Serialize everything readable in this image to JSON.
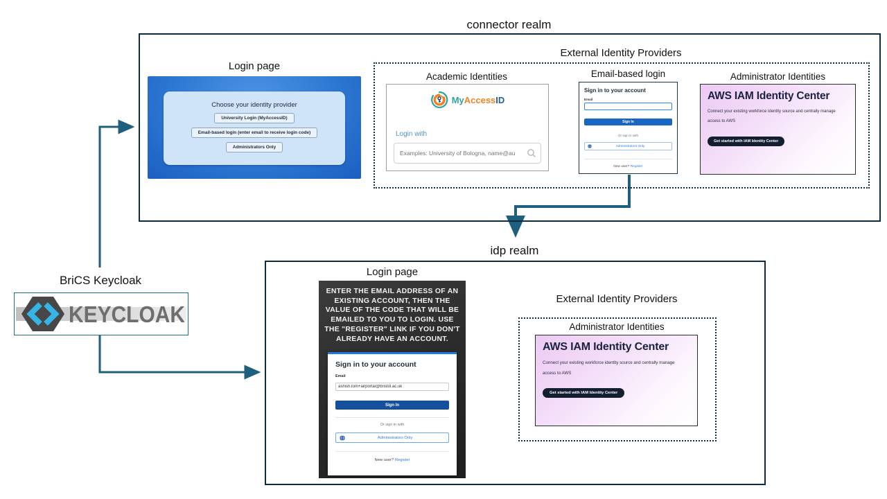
{
  "connector": {
    "title": "connector realm",
    "login_label": "Login page",
    "login": {
      "card_title": "Choose your identity provider",
      "buttons": [
        "University Login (MyAccessID)",
        "Email-based login (enter email to receive login code)",
        "Administrators Only"
      ]
    },
    "external": {
      "title": "External Identity Providers",
      "academic": {
        "label": "Academic Identities",
        "logo_my": "My",
        "logo_access": "Access",
        "logo_id": "ID",
        "login_with": "Login with",
        "search_placeholder": "Examples: University of Bologna, name@au"
      },
      "email_login": {
        "label": "Email-based login",
        "heading": "Sign in to your account",
        "email_label": "Email",
        "sign_in": "Sign In",
        "or": "Or sign in with",
        "admins_only": "Administrators Only",
        "new_user": "New user?",
        "register": "Register"
      },
      "admin": {
        "label": "Administrator Identities"
      }
    }
  },
  "idp": {
    "title": "idp realm",
    "login_label": "Login page",
    "login": {
      "notice": "ENTER THE EMAIL ADDRESS OF AN EXISTING ACCOUNT, THEN THE VALUE OF THE CODE THAT WILL BE EMAILED TO YOU TO LOGIN. USE THE \"REGISTER\" LINK IF YOU DON'T ALREADY HAVE AN ACCOUNT.",
      "heading": "Sign in to your account",
      "email_label": "Email",
      "email_value": "ashish.tom+airportal@bristol.ac.uk",
      "sign_in": "Sign In",
      "or": "Or sign in with",
      "admins_only": "Administrators Only",
      "new_user": "New user?",
      "register": "Register"
    },
    "external": {
      "title": "External Identity Providers",
      "admin": {
        "label": "Administrator Identities"
      }
    }
  },
  "aws_card": {
    "heading": "AWS IAM Identity Center",
    "body_line1": "Connect your existing workforce identity source and centrally manage",
    "body_line2": "access to AWS",
    "button": "Get started with IAM Identity Center"
  },
  "keycloak": {
    "label": "BriCS Keycloak",
    "wordmark": "KEYCLOAK"
  },
  "colors": {
    "arrow": "#1e5f7f",
    "realm_border": "#0e2b3d",
    "blue_login_bg": "#2d78d2",
    "blue_card_bg": "#cfe4f8",
    "keycloak_cyan": "#35b4e5",
    "keycloak_gray": "#6e6e6e",
    "aws_gradient_start": "#eccaf3",
    "aws_button_bg": "#131f30",
    "signin_button_blue": "#1766c2",
    "idp_signin_button_blue": "#15509c",
    "link_blue": "#2a7de1",
    "myaccessid_teal": "#2fa3a0",
    "myaccessid_orange": "#f08223",
    "myaccessid_navy": "#265f94"
  }
}
